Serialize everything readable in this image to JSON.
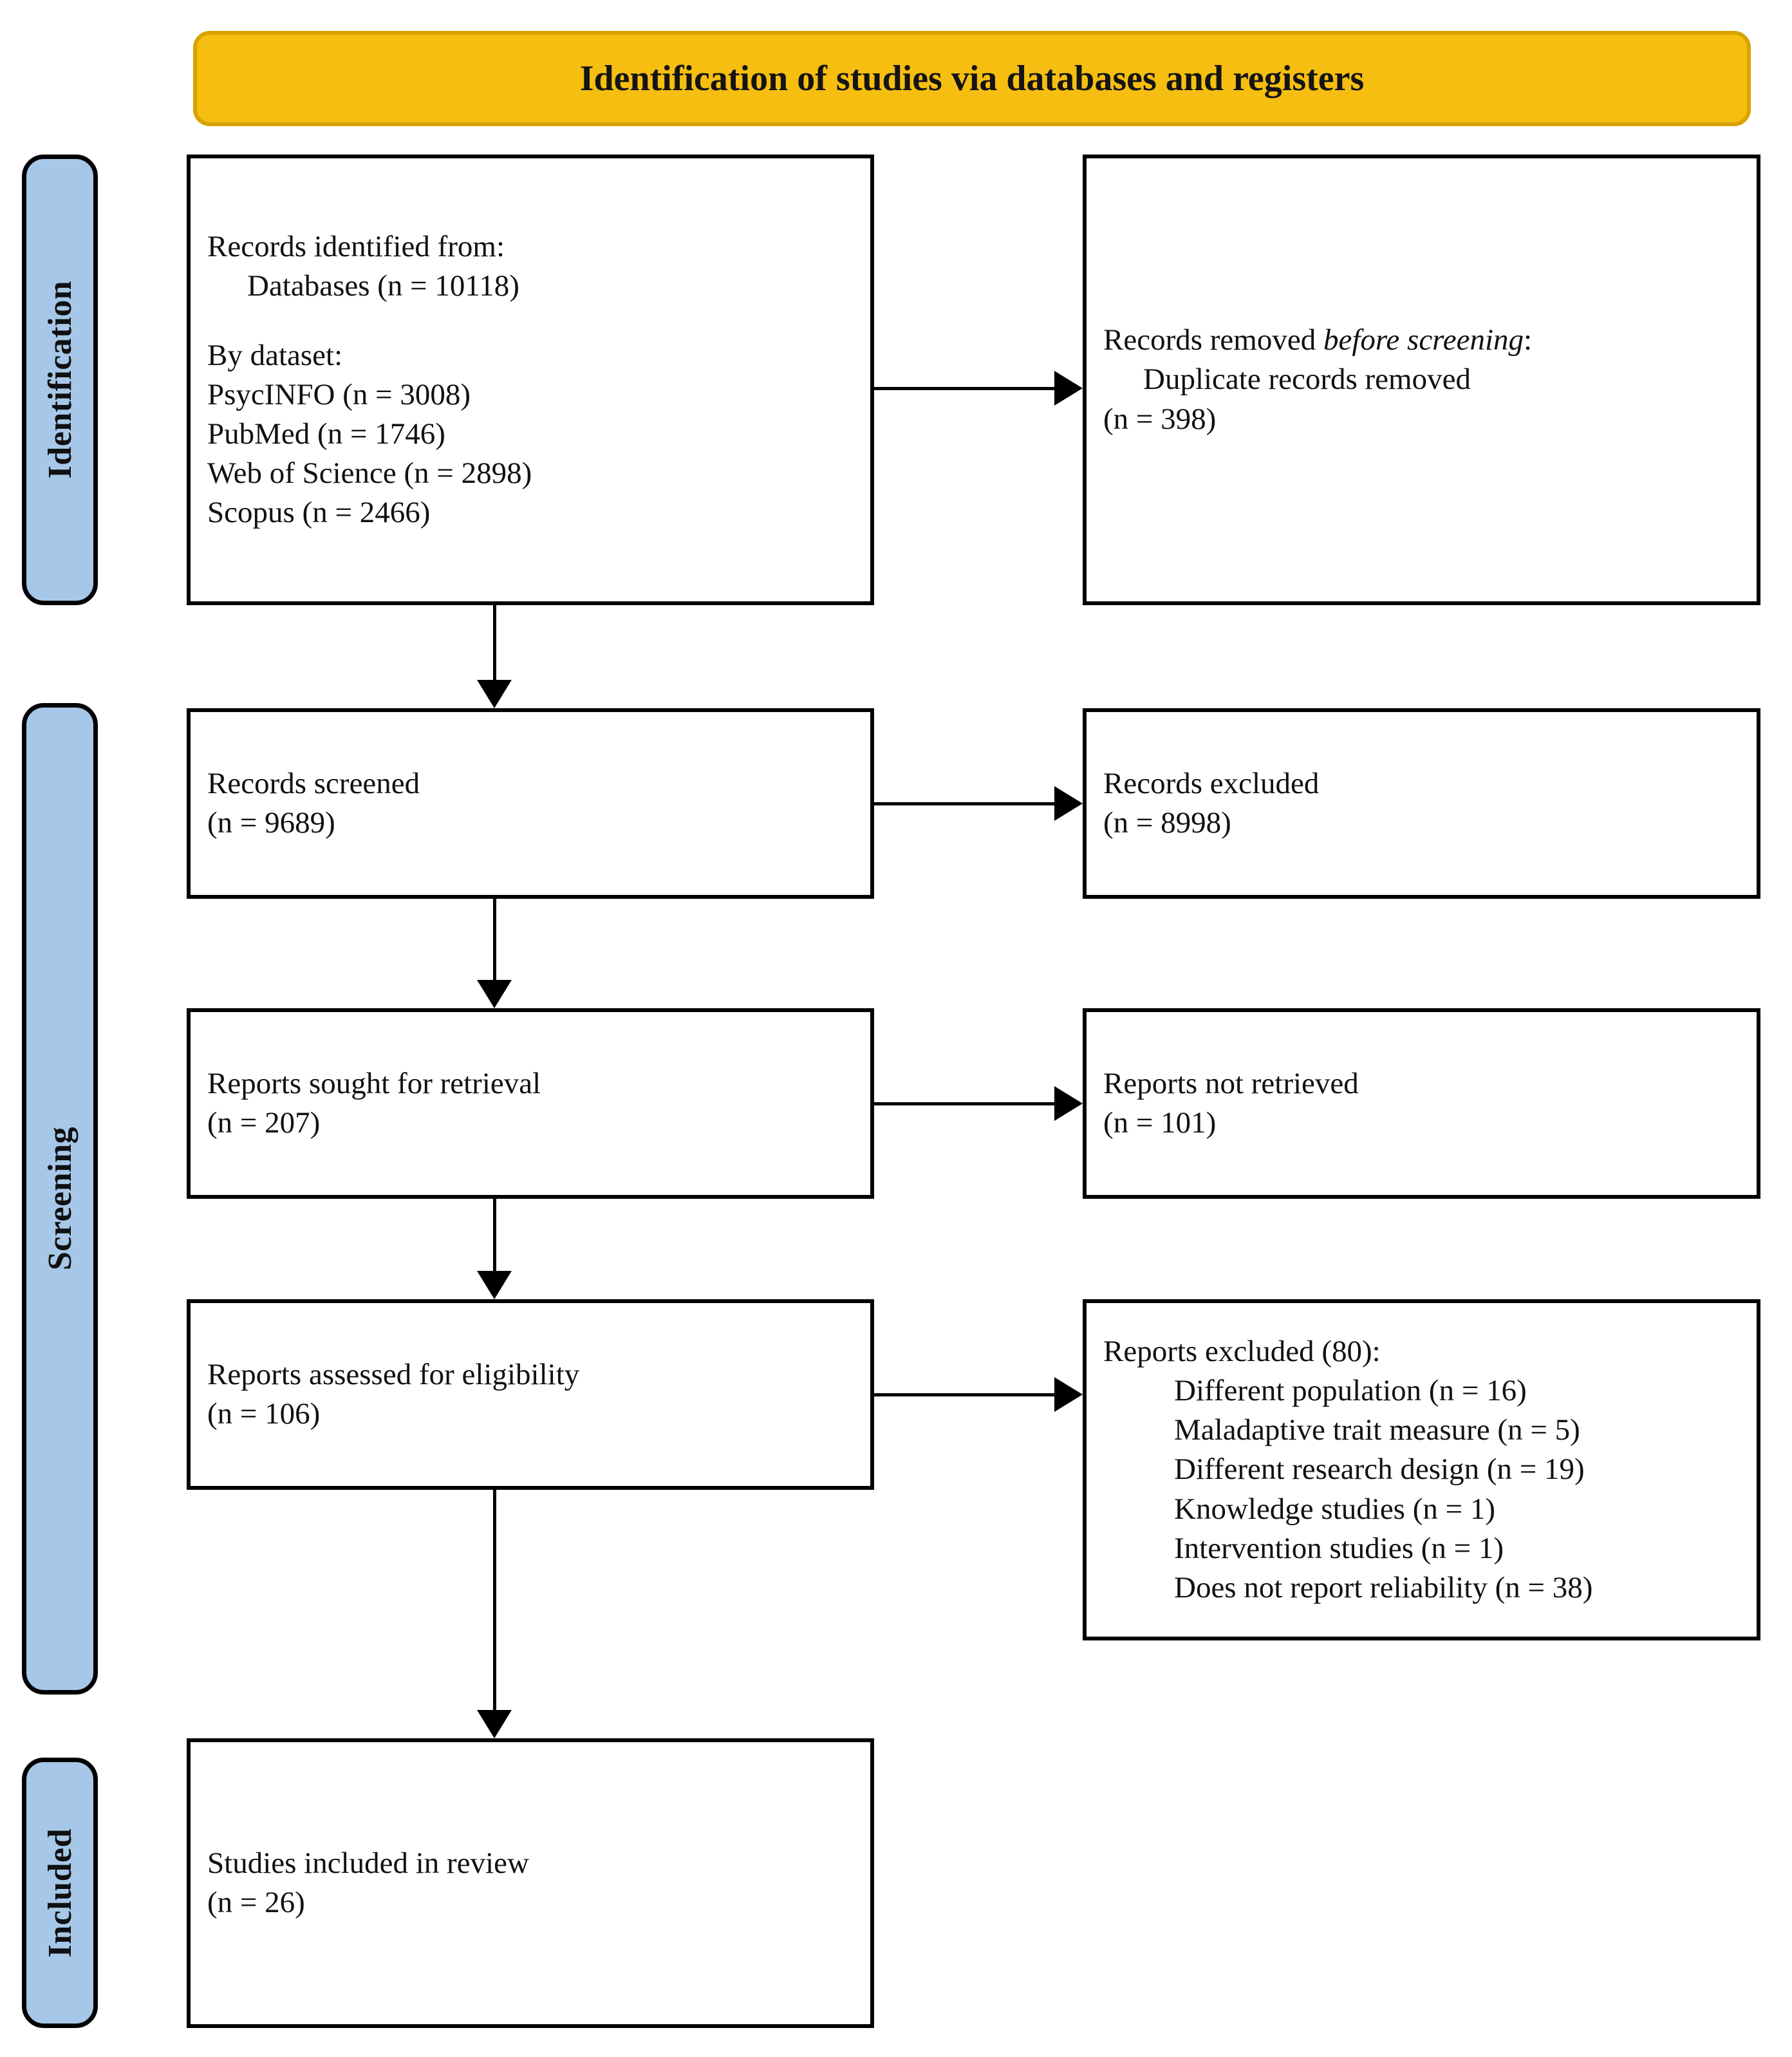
{
  "banner": {
    "title": "Identification of studies via databases and registers"
  },
  "phases": [
    {
      "label": "Identification"
    },
    {
      "label": "Screening"
    },
    {
      "label": "Included"
    }
  ],
  "boxes": {
    "identified": {
      "lines": [
        {
          "text": "Records identified from:",
          "indent": 0
        },
        {
          "text": "Databases (n = 10118)",
          "indent": 1
        },
        {
          "text": "",
          "indent": 0,
          "blank": true
        },
        {
          "text": "By dataset:",
          "indent": 0
        },
        {
          "text": "PsycINFO (n = 3008)",
          "indent": 0
        },
        {
          "text": "PubMed (n = 1746)",
          "indent": 0
        },
        {
          "text": "Web of Science (n = 2898)",
          "indent": 0
        },
        {
          "text": "Scopus (n = 2466)",
          "indent": 0
        }
      ]
    },
    "removed_before_screening": {
      "lines": [
        {
          "text": "Records removed ",
          "italic_tail": "before screening",
          "suffix": ":",
          "indent": 0,
          "mixed": true
        },
        {
          "text": "Duplicate records removed",
          "indent": 1
        },
        {
          "text": "(n = 398)",
          "indent": 0
        }
      ],
      "heading_plain": "Records removed ",
      "heading_italic": "before screening",
      "heading_suffix": ":",
      "detail_line": "Duplicate records removed",
      "count_line": "(n = 398)"
    },
    "records_screened": {
      "title": "Records screened",
      "count": "(n = 9689)"
    },
    "records_excluded": {
      "title": "Records excluded",
      "count": "(n = 8998)"
    },
    "reports_sought": {
      "title": "Reports sought for retrieval",
      "count": "(n = 207)"
    },
    "reports_not_retrieved": {
      "title": "Reports not retrieved",
      "count": "(n = 101)"
    },
    "reports_assessed": {
      "title": "Reports assessed for eligibility",
      "count": "(n = 106)"
    },
    "reports_excluded": {
      "heading": "Reports excluded (80):",
      "reasons": [
        "Different population (n = 16)",
        "Maladaptive trait measure (n = 5)",
        "Different research design (n = 19)",
        "Knowledge studies (n = 1)",
        "Intervention studies (n = 1)",
        "Does not report reliability (n = 38)"
      ]
    },
    "studies_included": {
      "title": "Studies included in review",
      "count": "(n = 26)"
    }
  },
  "colors": {
    "banner_fill": "#f6be10",
    "banner_border": "#d8a300",
    "phase_fill": "#a6c7e8",
    "box_border": "#000000",
    "text": "#111111"
  }
}
